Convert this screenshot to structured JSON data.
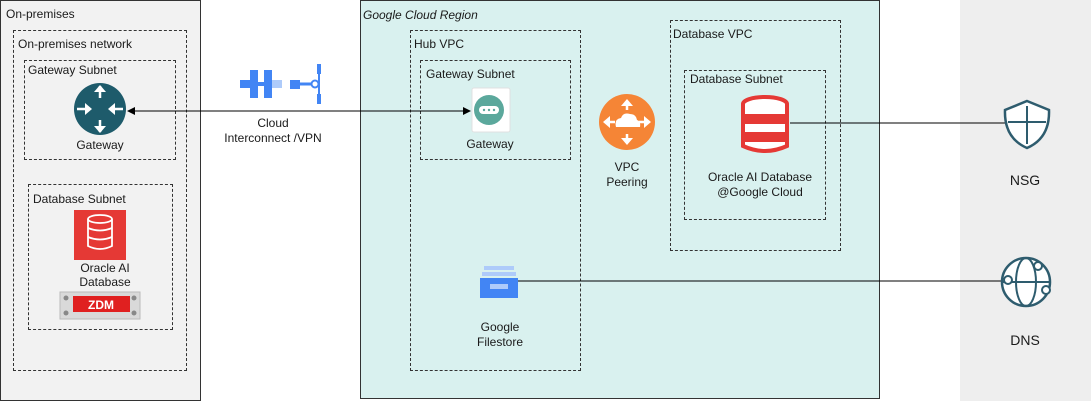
{
  "onprem": {
    "title": "On-premises",
    "network": "On-premises network",
    "gateway_subnet": "Gateway Subnet",
    "gateway": "Gateway",
    "database_subnet": "Database Subnet",
    "database_line1": "Oracle AI",
    "database_line2": "Database",
    "zdm": "ZDM"
  },
  "link": {
    "line1": "Cloud",
    "line2": "Interconnect /VPN"
  },
  "gcp": {
    "title": "Google Cloud Region",
    "hub_vpc": "Hub VPC",
    "gateway_subnet": "Gateway Subnet",
    "gateway": "Gateway",
    "peering_line1": "VPC",
    "peering_line2": "Peering",
    "database_vpc": "Database VPC",
    "database_subnet": "Database Subnet",
    "db_line1": "Oracle AI Database",
    "db_line2": "@Google Cloud",
    "filestore_line1": "Google",
    "filestore_line2": "Filestore"
  },
  "right": {
    "nsg": "NSG",
    "dns": "DNS"
  },
  "colors": {
    "router": "#1e5b6b",
    "oracle_red": "#e53935",
    "gcp_blue": "#4285f4",
    "peering_orange": "#f58536",
    "gateway_teal": "#5ba89c",
    "nsg_icon": "#2e5c6e"
  }
}
